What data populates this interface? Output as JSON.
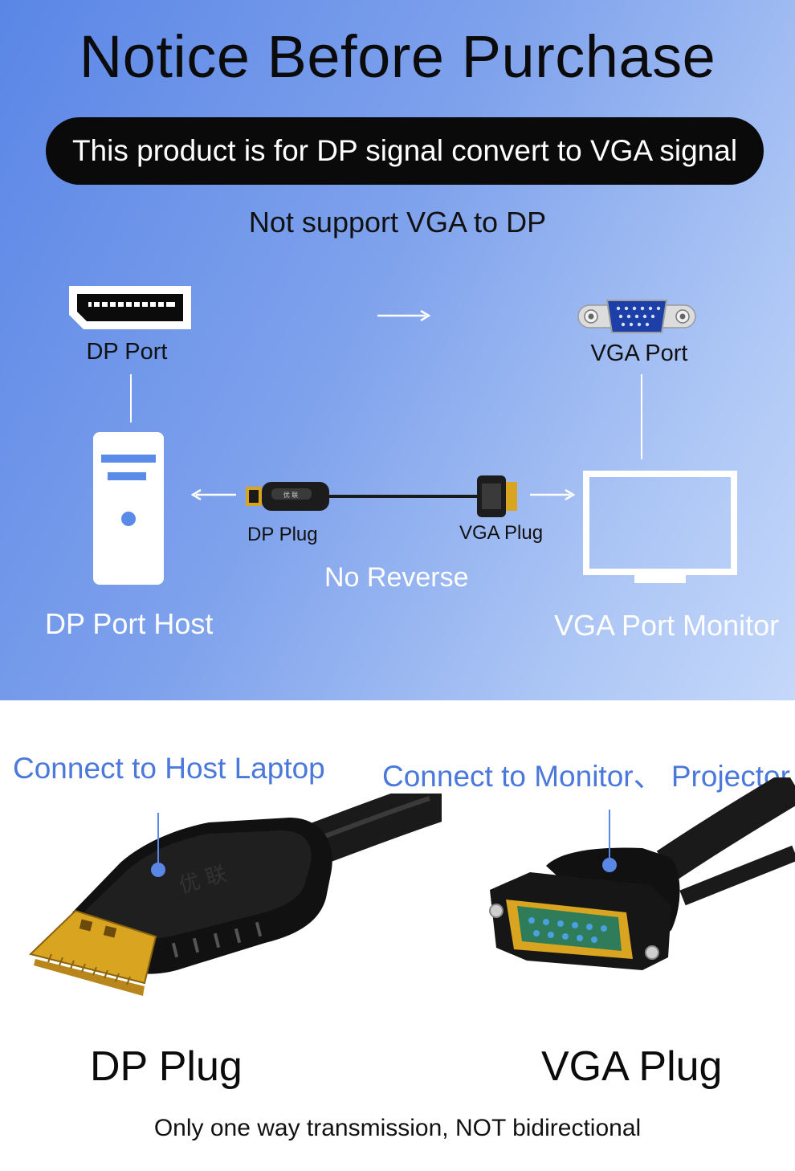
{
  "title": "Notice Before Purchase",
  "banner": "This product is for DP signal convert to VGA signal",
  "note": "Not support VGA to DP",
  "diagram": {
    "dp_port_label": "DP Port",
    "vga_port_label": "VGA Port",
    "dp_plug_label": "DP Plug",
    "vga_plug_label": "VGA Plug",
    "direction_note": "No Reverse",
    "host_label": "DP Port Host",
    "monitor_label": "VGA Port Monitor",
    "cable_brand": "优 联"
  },
  "photo_section": {
    "left_caption": "Connect to Host Laptop",
    "right_caption": "Connect to Monitor、 Projector",
    "left_plug_label": "DP Plug",
    "right_plug_label": "VGA Plug",
    "dp_plug_brand": "优 联"
  },
  "footer": "Only one way transmission, NOT bidirectional",
  "colors": {
    "gradient_start": "#5a86e6",
    "gradient_end": "#c5d8fa",
    "caption_blue": "#4a78db",
    "gold": "#d9a520"
  }
}
